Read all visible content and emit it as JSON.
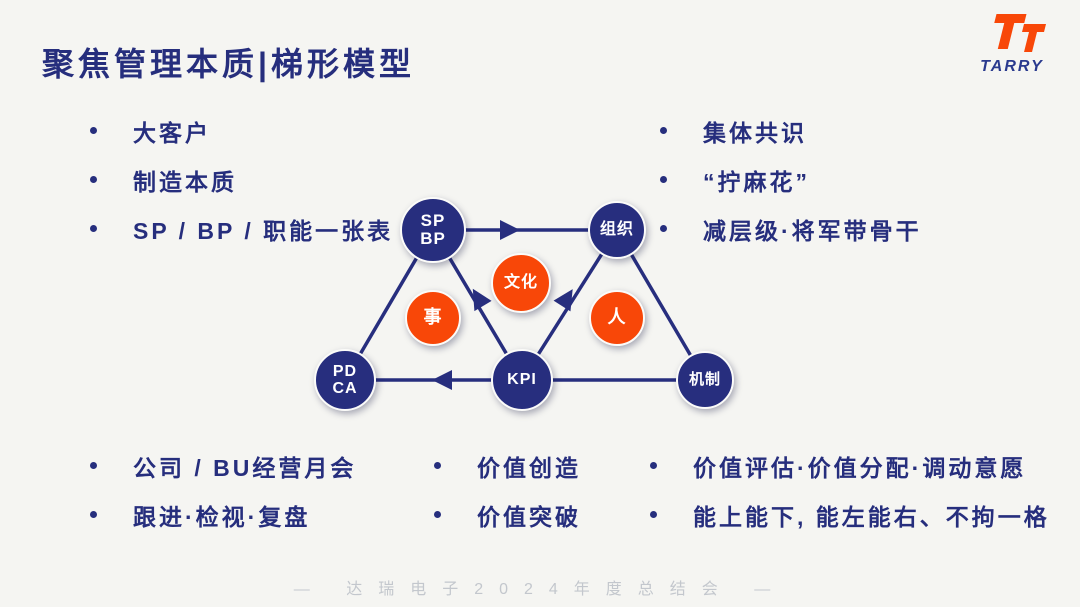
{
  "slide": {
    "title": "聚焦管理本质|梯形模型",
    "footer": "— 达瑞电子2024年度总结会 —"
  },
  "logo": {
    "brand": "TARRY"
  },
  "bullets": {
    "top_left": [
      "大客户",
      "制造本质",
      "SP / BP / 职能一张表"
    ],
    "top_right": [
      "集体共识",
      "“拧麻花”",
      "减层级·将军带骨干"
    ],
    "bottom_left": [
      "公司 / BU经营月会",
      "跟进·检视·复盘"
    ],
    "bottom_center": [
      "价值创造",
      "价值突破"
    ],
    "bottom_right": [
      "价值评估·价值分配·调动意愿",
      "能上能下, 能左能右、不拘一格"
    ]
  },
  "diagram": {
    "nodes": {
      "spbp": {
        "line1": "SP",
        "line2": "BP"
      },
      "organization": {
        "label": "组织"
      },
      "culture": {
        "label": "文化"
      },
      "matter": {
        "label": "事"
      },
      "people": {
        "label": "人"
      },
      "pdca": {
        "line1": "PD",
        "line2": "CA"
      },
      "kpi": {
        "label": "KPI"
      },
      "mechanism": {
        "label": "机制"
      }
    }
  },
  "colors": {
    "navy": "#272e7e",
    "orange": "#f84708",
    "background": "#f5f5f2",
    "footer_gray": "#c3c7cd"
  }
}
